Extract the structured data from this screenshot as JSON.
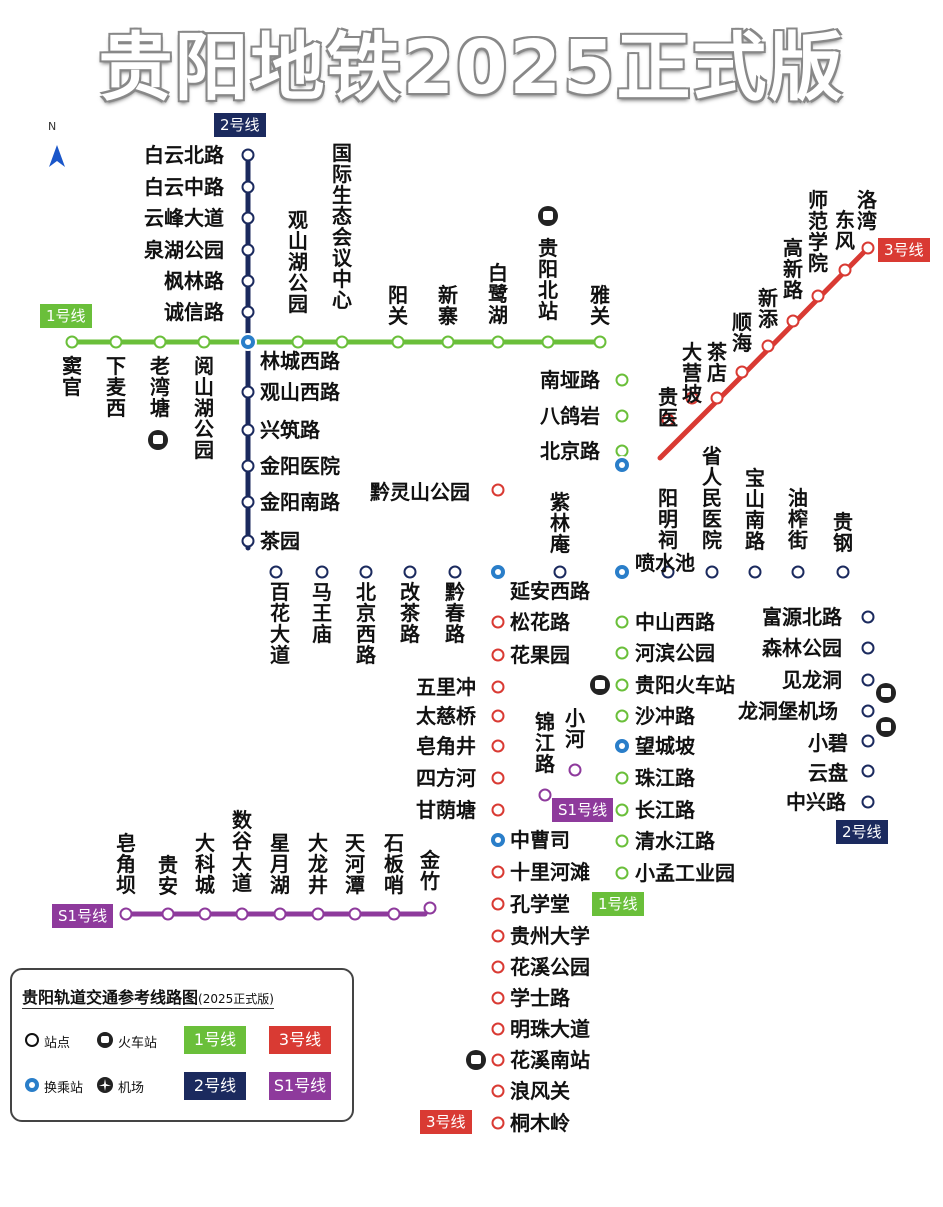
{
  "title": "贵阳地铁2025正式版",
  "north": "N",
  "colors": {
    "l1": "#6abf3a",
    "l2": "#1b2a5e",
    "l3": "#d93a33",
    "s1": "#8e3a9c"
  },
  "badges": {
    "l1a": "1号线",
    "l1b": "1号线",
    "l2a": "2号线",
    "l2b": "2号线",
    "l3a": "3号线",
    "l3b": "3号线",
    "s1a": "S1号线",
    "s1b": "S1号线"
  },
  "stations": {
    "line1": [
      "窦官",
      "下麦西",
      "老湾塘",
      "阅山湖公园",
      "观山湖公园",
      "国际生态会议中心",
      "阳关",
      "新寨",
      "白鹭湖",
      "贵阳北站",
      "雅关",
      "南垭路",
      "八鸽岩",
      "北京路",
      "喷水池",
      "中山西路",
      "河滨公园",
      "贵阳火车站",
      "沙冲路",
      "望城坡",
      "珠江路",
      "长江路",
      "清水江路",
      "小孟工业园"
    ],
    "line2": [
      "白云北路",
      "白云中路",
      "云峰大道",
      "泉湖公园",
      "枫林路",
      "诚信路",
      "林城西路",
      "观山西路",
      "兴筑路",
      "金阳医院",
      "金阳南路",
      "茶园",
      "百花大道",
      "马王庙",
      "北京西路",
      "改茶路",
      "黔春路",
      "延安西路",
      "紫林庵",
      "阳明祠",
      "省人民医院",
      "宝山南路",
      "油榨街",
      "贵钢",
      "富源北路",
      "森林公园",
      "见龙洞",
      "龙洞堡机场",
      "小碧",
      "云盘",
      "中兴路"
    ],
    "line3": [
      "洛湾",
      "东风",
      "师范学院",
      "高新路",
      "新添",
      "顺海",
      "大营坡",
      "茶店",
      "贵医",
      "黔灵山公园",
      "松花路",
      "花果园",
      "五里冲",
      "太慈桥",
      "皂角井",
      "四方河",
      "甘荫塘",
      "中曹司",
      "十里河滩",
      "孔学堂",
      "贵州大学",
      "花溪公园",
      "学士路",
      "明珠大道",
      "花溪南站",
      "浪风关",
      "桐木岭"
    ],
    "s1": [
      "皂角坝",
      "贵安",
      "大科城",
      "数谷大道",
      "星月湖",
      "大龙井",
      "天河潭",
      "石板哨",
      "金竹",
      "锦江路",
      "小河"
    ]
  },
  "legend": {
    "title": "贵阳轨道交通参考线路图",
    "edition": "(2025正式版)",
    "station": "站点",
    "train": "火车站",
    "transfer": "换乘站",
    "airport": "机场",
    "l1": "1号线",
    "l2": "2号线",
    "l3": "3号线",
    "s1": "S1号线"
  }
}
